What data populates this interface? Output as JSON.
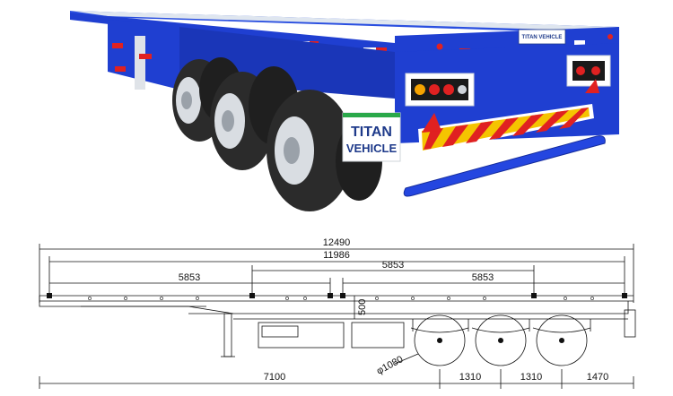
{
  "photo": {
    "brand_plate": {
      "line1": "TITAN",
      "line2": "VEHICLE"
    },
    "rear_sign": "TITAN VEHICLE",
    "colors": {
      "frame": "#1f3fd1",
      "frame_dark": "#152c9c",
      "tire": "#2b2b2b",
      "rim": "#d9dde2",
      "stripe_red": "#e02121",
      "stripe_yellow": "#f5c400",
      "bumper": "#2446e0"
    }
  },
  "drawing": {
    "dimensions": {
      "overall_length": "12490",
      "deck_length": "11986",
      "lock_front": "5853",
      "lock_middle": "5853",
      "lock_rear": "5853",
      "frame_height": "500",
      "wheel_diameter": "φ1080",
      "kingpin_to_axle": "7100",
      "axle_spacing_1": "1310",
      "axle_spacing_2": "1310",
      "rear_overhang": "1470"
    }
  }
}
